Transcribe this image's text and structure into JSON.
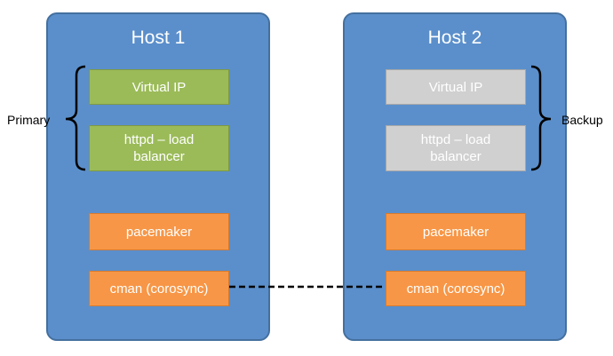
{
  "hosts": [
    {
      "title": "Host 1",
      "virtual_ip": "Virtual IP",
      "httpd_line1": "httpd – load",
      "httpd_line2": "balancer",
      "pacemaker": "pacemaker",
      "cman": "cman (corosync)"
    },
    {
      "title": "Host 2",
      "virtual_ip": "Virtual IP",
      "httpd_line1": "httpd – load",
      "httpd_line2": "balancer",
      "pacemaker": "pacemaker",
      "cman": "cman (corosync)"
    }
  ],
  "labels": {
    "primary": "Primary",
    "backup": "Backup"
  },
  "colors": {
    "host_fill": "#5b8fcb",
    "primary_fill": "#9bbb59",
    "backup_fill": "#d0d0d0",
    "cluster_fill": "#f79646",
    "link_line": "#000000"
  }
}
